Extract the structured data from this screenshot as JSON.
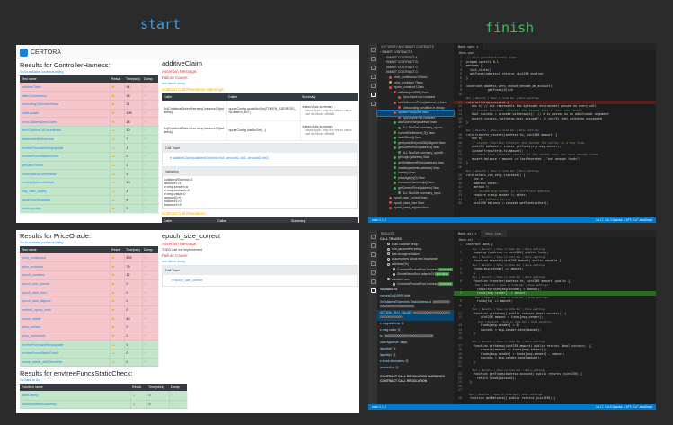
{
  "labels": {
    "start": "start",
    "finish": "finish"
  },
  "colors": {
    "start": "#4a9bd8",
    "finish": "#3dbb5a",
    "fail_row": "#f5c6cb",
    "pass_row": "#c3e6cb",
    "statusbar": "#007acc"
  },
  "report1": {
    "brand": "CERTORA",
    "title": "Results for ControllerHarness:",
    "link": "Go to available contracts listing",
    "headers": [
      "Test name",
      "Result",
      "Time(sec)",
      "Dump"
    ],
    "rows": [
      {
        "name": "additiveClaim",
        "time": "94",
        "status": "fail"
      },
      {
        "name": "claimCorrectness",
        "time": "18",
        "status": "fail"
      },
      {
        "name": "exercisingOptionsInSteps",
        "time": "21",
        "status": "fail"
      },
      {
        "name": "validUpdate",
        "time": "109",
        "status": "fail"
      },
      {
        "name": "zeroCollateralZeroClaim",
        "time": "18",
        "status": "fail"
      },
      {
        "name": "fetchOptionsCrlCorrectness",
        "time": "10",
        "status": "pass"
      },
      {
        "name": "balancesAfterExercise",
        "time": "7",
        "status": "pass"
      },
      {
        "name": "envfreeFuncsAreNonpayable",
        "time": "1",
        "status": "pass"
      },
      {
        "name": "envfreeFuncsStaticCheck",
        "time": "0",
        "status": "pass"
      },
      {
        "name": "getSameToken",
        "time": "1",
        "status": "pass"
      },
      {
        "name": "mintOptionsCorrectness",
        "time": "9",
        "status": "pass"
      },
      {
        "name": "mintingOptionsInSteps",
        "time": "50",
        "status": "pass"
      },
      {
        "name": "only_after_expiry",
        "time": "1",
        "status": "pass"
      },
      {
        "name": "valueOverNeutralize",
        "time": "9",
        "status": "pass"
      },
      {
        "name": "solvencyclaim",
        "time": "9",
        "status": "pass"
      }
    ],
    "detail": {
      "title": "additiveClaim",
      "assertion": "Assertion Message:",
      "failure": "Failure Cause:",
      "dump_link": "see failure dump",
      "warnings": "Contract Call Resolution Warnings:",
      "cols": [
        "Caller",
        "Callee",
        "Summary"
      ],
      "calls": [
        {
          "caller": "0x(CollateralTokenHarness).balanceOf(address)",
          "callee": "quoteConfig.quoteNoSlot(TOKEN_ADDRESS_NUMBER_BIT)",
          "summary": "forced Auto summary",
          "bullets": [
            "havoc type: only the return value",
            "use decision: default"
          ]
        },
        {
          "caller": "0x(CollateralTokenHarness).balanceOf(address)",
          "callee": "quoteConfig.hasNoSet(...)",
          "summary": "forced Auto summary",
          "bullets": [
            "havoc type: only the return value",
            "use decision: default"
          ]
        }
      ],
      "call_trace": "Call Trace",
      "trace_item": "additiveClaim(collateralTokenId=0x4, amount1=0x3, amount2=0x0)",
      "variables": "Variables",
      "vars": [
        "collateralTokenId=4",
        "amount1=3",
        "e.msg.sender=a",
        "e.msg.address=5",
        "e.msg.value=0",
        "amount2=0",
        "balance1=0",
        "balance2=9"
      ],
      "resolution": "Contract Call Resolution:"
    }
  },
  "report2": {
    "title": "Results for PriceOracle:",
    "link": "Go to available contracts listing",
    "headers": [
      "Test name",
      "Result",
      "Time(sec)",
      "Dump"
    ],
    "rows": [
      {
        "name": "price_continuous",
        "time": "676",
        "status": "fail"
      },
      {
        "name": "price_evolution",
        "time": "79",
        "status": "fail"
      },
      {
        "name": "epoch_constant",
        "time": "12",
        "status": "fail"
      },
      {
        "name": "epoch_size_correct",
        "time": "0",
        "status": "fail"
      },
      {
        "name": "epoch_start_then",
        "time": "0",
        "status": "fail"
      },
      {
        "name": "epoch_start_aligned",
        "time": "0",
        "status": "fail"
      },
      {
        "name": "method_specs_tests",
        "time": "0",
        "status": "fail"
      },
      {
        "name": "oracle_stable",
        "time": "60",
        "status": "fail"
      },
      {
        "name": "price_convex",
        "time": "0",
        "status": "fail"
      },
      {
        "name": "price_monotonic",
        "time": "0",
        "status": "fail"
      },
      {
        "name": "envfreeFuncsAreNonpayable",
        "time": "0",
        "status": "pass"
      },
      {
        "name": "envfreeFuncsStaticCheck",
        "time": "0",
        "status": "pass"
      },
      {
        "name": "oracle_stable_addTokenPair",
        "time": "0",
        "status": "pass"
      }
    ],
    "title2": "Results for envfreeFuncsStaticCheck:",
    "link2": "Go back to top",
    "headers2": [
      "Function name",
      "Result",
      "Time(secs)",
      "Dump"
    ],
    "rows2": [
      {
        "name": "dateOffset()",
        "time": "0",
        "status": "pass"
      },
      {
        "name": "oracle(address,address)",
        "time": "0",
        "status": "pass"
      }
    ],
    "detail": {
      "title": "epoch_size_correct",
      "assertion": "Assertion Message:",
      "assertion_text": "TODO rule not implemented",
      "failure": "Failure Cause:",
      "dump_link": "see failure dump",
      "call_trace": "Call Trace",
      "trace_item": "epoch_size_correct"
    }
  },
  "vscode1": {
    "sidebar_title": "CVT VERIFY AND SMART CONTRACTS",
    "tree": [
      {
        "label": "SMART CONTRACTS",
        "lvl": 0,
        "icon": ""
      },
      {
        "label": "SMART CONTRACT A",
        "lvl": 1,
        "icon": ""
      },
      {
        "label": "SMART CONTRACT B",
        "lvl": 1,
        "icon": ""
      },
      {
        "label": "SMART CONTRACT C",
        "lvl": 1,
        "icon": ""
      },
      {
        "label": "SMART CONTRACT D",
        "lvl": 1,
        "icon": ""
      },
      {
        "label": "price_continuous 676sec",
        "lvl": 2,
        "icon": "fail"
      },
      {
        "label": "price_evolution 79sec",
        "lvl": 2,
        "icon": "warn"
      },
      {
        "label": "epoch_constant 12sec",
        "lvl": 2,
        "icon": "fail"
      },
      {
        "label": "initialize(uint256) 0sec",
        "lvl": 3,
        "icon": "fail"
      },
      {
        "label": "Epoch size not constant",
        "lvl": 4,
        "icon": "fail"
      },
      {
        "label": "setSettlementPrice(address...) 1sec",
        "lvl": 3,
        "icon": "fail"
      },
      {
        "label": "Unbounding condition in a loop",
        "lvl": 4,
        "icon": "fail"
      },
      {
        "label": "updatePrice(uint) 0sec",
        "lvl": 3,
        "icon": "fail",
        "sel": true
      },
      {
        "label": "Epoch size not constant",
        "lvl": 4,
        "icon": "fail"
      },
      {
        "label": "addTokenPair(address) 0sec",
        "lvl": 3,
        "icon": "pass"
      },
      {
        "label": "ALL NonDet summary_specs...",
        "lvl": 4,
        "icon": "pass"
      },
      {
        "label": "currentSettlement_0() 0sec",
        "lvl": 3,
        "icon": "pass"
      },
      {
        "label": "dateOffset() 0sec",
        "lvl": 3,
        "icon": "pass"
      },
      {
        "label": "getEpochInfo(uint256)Aligned 0sec",
        "lvl": 3,
        "icon": "pass"
      },
      {
        "label": "getCurrentPrice(address) 0sec",
        "lvl": 3,
        "icon": "pass"
      },
      {
        "label": "ALL NonDet summary_specifi...",
        "lvl": 4,
        "icon": "pass"
      },
      {
        "label": "getLogic(address) 0sec",
        "lvl": 3,
        "icon": "pass"
      },
      {
        "label": "getSettlementPrice(address) 0sec",
        "lvl": 3,
        "icon": "pass"
      },
      {
        "label": "oracles(address,address) 0sec",
        "lvl": 3,
        "icon": "pass"
      },
      {
        "label": "owner() 0sec",
        "lvl": 3,
        "icon": "pass"
      },
      {
        "label": "priceAge(0)(0) 0sec",
        "lvl": 3,
        "icon": "pass"
      },
      {
        "label": "renounceOwnership() 0sec",
        "lvl": 3,
        "icon": "pass"
      },
      {
        "label": "getCurrentPrice(address) 0sec",
        "lvl": 3,
        "icon": "pass"
      },
      {
        "label": "ALL NonDet summary_spec...",
        "lvl": 4,
        "icon": "pass"
      },
      {
        "label": "epoch_size_correct 0sec",
        "lvl": 2,
        "icon": "fail"
      },
      {
        "label": "epoch_start_then 0sec",
        "lvl": 2,
        "icon": "fail"
      },
      {
        "label": "epoch_start_aligned 0sec",
        "lvl": 2,
        "icon": "fail"
      }
    ],
    "tabs": [
      "Bank.spec"
    ],
    "breadcrumb": "Bank.spec",
    "code": [
      {
        "n": "1",
        "t": "// file withdrawSuccess.spec",
        "k": "cm"
      },
      {
        "n": "2",
        "t": "pragma specify 0.1"
      },
      {
        "n": "3",
        "t": "methods {"
      },
      {
        "n": "4",
        "t": "  init_state()"
      },
      {
        "n": "5",
        "t": "  getFunds(address) returns uint256 envfree"
      },
      {
        "n": "6",
        "t": "}"
      },
      {
        "n": "7",
        "t": ""
      },
      {
        "n": "8",
        "t": "invariant address_zero_cannot_become_an_account()"
      },
      {
        "n": "9",
        "t": "            getFunds(0)==0"
      },
      {
        "n": "10",
        "t": ""
      },
      {
        "n": "",
        "t": "Run | Results | Show in Side bar | Rule settings",
        "k": "hint"
      },
      {
        "n": "11",
        "t": "rule withdraw_succeeds {",
        "k": "err"
      },
      {
        "n": "12",
        "t": "   env e; // env represents the bytecode environment passed on every call"
      },
      {
        "n": "13",
        "t": "   // invoke function withdraw and assume that it does not revert",
        "k": "cm"
      },
      {
        "n": "14",
        "t": "   bool success = sinvoke withdraw(e);  // e is passed as an additional argument"
      },
      {
        "n": "15",
        "t": "   assert success,\"withdraw must succeed\"; // verify that withdraw succeeded"
      },
      {
        "n": "16",
        "t": "}"
      },
      {
        "n": "17",
        "t": ""
      },
      {
        "n": "",
        "t": "Run | Results | Show in Side bar | Rule settings",
        "k": "hint"
      },
      {
        "n": "18",
        "t": "rule transfer_reverts(address to, uint256 amount) {"
      },
      {
        "n": "19",
        "t": "   env e;"
      },
      {
        "n": "20",
        "t": "   // invoke function transfer and assume the caller is w.msg.from",
        "k": "cm"
      },
      {
        "n": "21",
        "t": "   uint256 balance = invoke getFunds(e,e.msg.sender);"
      },
      {
        "n": "22",
        "t": "   invoke transfer(e,to,amount);"
      },
      {
        "n": "23",
        "t": "   // check that transfer reverts if the sender does not have enough funds",
        "k": "cm"
      },
      {
        "n": "24",
        "t": "   assert balance < amount => lastReverted , \"not enough funds\";"
      },
      {
        "n": "25",
        "t": "}"
      },
      {
        "n": "26",
        "t": ""
      },
      {
        "n": "",
        "t": "Run | Results | Show in Side bar | Rule settings",
        "k": "hint"
      },
      {
        "n": "28",
        "t": "rule others_can_only_increase() {"
      },
      {
        "n": "29",
        "t": "    env e;"
      },
      {
        "n": "30",
        "t": "    address other;"
      },
      {
        "n": "31",
        "t": "    method f;"
      },
      {
        "n": "32",
        "t": "    // assume msg.sender is a different address",
        "k": "cm"
      },
      {
        "n": "33",
        "t": "    require e.msg.sender != other;"
      },
      {
        "n": "34",
        "t": "    // get balance before",
        "k": "cm"
      },
      {
        "n": "35",
        "t": "    uint256 balance = sinvoke getFunds(other);"
      }
    ],
    "status_left": "main  0 ⚠ 0",
    "status_right": "Ln 17, Col 3   Spaces: 2   UTF-8   LF   JavaScript"
  },
  "vscode2": {
    "sidebar_title": "RESULTS",
    "call_trace_title": "CALL TRACES",
    "trace": [
      {
        "label": "build contract setup",
        "lvl": 1
      },
      {
        "label": "rule parameters setup",
        "lvl": 1
      },
      {
        "label": "test storage initialize",
        "lvl": 1
      },
      {
        "label": "assumptions about env:invariance",
        "lvl": 1
      },
      {
        "label": "withdraw(%)",
        "lvl": 1
      },
      {
        "label": "ConstantProductPool.harness",
        "lvl": 2,
        "badge": "SUCCESS"
      },
      {
        "label": "SimpleBentoBox.balanceOf",
        "lvl": 2,
        "badge": "SUCCESS"
      },
      {
        "label": "transferFrom",
        "lvl": 1
      },
      {
        "label": "ConstantProductPool.harness",
        "lvl": 2,
        "badge": "SUCCESS"
      }
    ],
    "variables_title": "VARIABLES",
    "vars": [
      {
        "name": "certoraOut[1999]",
        "val": "true"
      },
      {
        "name": "0xCollateralTokenInfo.TotalAddress.Id",
        "val": "0x0000000000000000000000000000"
      },
      {
        "name": "ACTUAL_SLU_VALUE",
        "val": "0x000000000000000000000000000000000",
        "sel": true
      },
      {
        "name": "e.msg.address",
        "val": "0"
      },
      {
        "name": "e.msg.value",
        "val": "0"
      },
      {
        "name": "to",
        "val": "0x000000000000000000000000000"
      },
      {
        "name": "owerAppends",
        "val": "false"
      },
      {
        "name": "liquidity0",
        "val": "1"
      },
      {
        "name": "liquidity1",
        "val": "1"
      },
      {
        "name": "e.block.timestamp",
        "val": "0"
      },
      {
        "name": "amount0ut",
        "val": "1"
      }
    ],
    "sections": [
      "CONTRACT CALL RESOLUTION WARNINGS",
      "CONTRACT CALL RESOLUTION"
    ],
    "tabs": [
      "Bank.sol",
      "Bank.spec"
    ],
    "breadcrumb": "Bank.sol",
    "code": [
      {
        "n": "1",
        "t": "contract Bank {"
      },
      {
        "n": "",
        "t": "    Run | Results | Show in Side bar | Rule settings",
        "k": "hint"
      },
      {
        "n": "2",
        "t": "    mapping (address => uint256) public funds;"
      },
      {
        "n": "",
        "t": "    Run | Results | Show in Side bar | Rule settings",
        "k": "hint"
      },
      {
        "n": "3",
        "t": "    function deposit(uint256 amount) public payable {"
      },
      {
        "n": "",
        "t": "    Run | Results | Show in Side bar | Rule settings",
        "k": "hint"
      },
      {
        "n": "4",
        "t": "    funds[msg.sender] += amount;"
      },
      {
        "n": "5",
        "t": "    }"
      },
      {
        "n": "",
        "t": "    Run | Results | Show in Side bar | Rule settings",
        "k": "hint"
      },
      {
        "n": "6",
        "t": "    function transfer(address to, uint256 amount) public {"
      },
      {
        "n": "",
        "t": "      Run | Results | Show in Side bar | Rule settings",
        "k": "hint"
      },
      {
        "n": "7",
        "t": "      require(funds[msg.sender] > amount);"
      },
      {
        "n": "8",
        "t": "      funds[msg.sender] -= amount;",
        "k": "ok"
      },
      {
        "n": "",
        "t": "      Run | Results | Show in Side bar | Rule settings",
        "k": "hint"
      },
      {
        "n": "9",
        "t": "      funds[to] += amount;"
      },
      {
        "n": "10",
        "t": "    }"
      },
      {
        "n": "",
        "t": "    Run | Results | Show in Side bar | Rule settings",
        "k": "hint"
      },
      {
        "n": "11",
        "t": "    function withdraw() public returns (bool success)  {"
      },
      {
        "n": "12",
        "t": "        uint256 amount = funds[msg.sender];"
      },
      {
        "n": "",
        "t": "        Run | Results | Show in Side bar | Rule settings",
        "k": "hint"
      },
      {
        "n": "13",
        "t": "        funds[msg.sender] = 0;"
      },
      {
        "n": "14",
        "t": "        success = msg.sender.send(amount);"
      },
      {
        "n": "15",
        "t": "    }"
      },
      {
        "n": "16",
        "t": ""
      },
      {
        "n": "",
        "t": "    Run | Results | Show in Side bar | Rule settings",
        "k": "hint"
      },
      {
        "n": "17",
        "t": "    function withdraw(uint256 amount) public returns (bool success)  {"
      },
      {
        "n": "18",
        "t": "        require(amount <= funds[msg.sender]);"
      },
      {
        "n": "19",
        "t": "        funds[msg.sender] = funds[msg.sender] - amount;"
      },
      {
        "n": "20",
        "t": "        success = msg.sender.send(amount);"
      },
      {
        "n": "21",
        "t": "    }"
      },
      {
        "n": "22",
        "t": ""
      },
      {
        "n": "",
        "t": "    Run | Results | Show in Side bar | Rule settings",
        "k": "hint"
      },
      {
        "n": "23",
        "t": "    function getFunds(address account) public returns (uint256) {"
      },
      {
        "n": "24",
        "t": "      return funds[account];"
      },
      {
        "n": "25",
        "t": "  }"
      },
      {
        "n": "26",
        "t": ""
      },
      {
        "n": "27",
        "t": ""
      },
      {
        "n": "",
        "t": "  Run | Results | Show in Side bar | Rule settings",
        "k": "hint"
      },
      {
        "n": "28",
        "t": "  function getBalance() public returns (uint256) {"
      }
    ],
    "status_left": "main  0 ⚠ 0",
    "status_right": "Ln 17, Col 5   Spaces: 2   UTF-8   LF   JavaScript"
  }
}
